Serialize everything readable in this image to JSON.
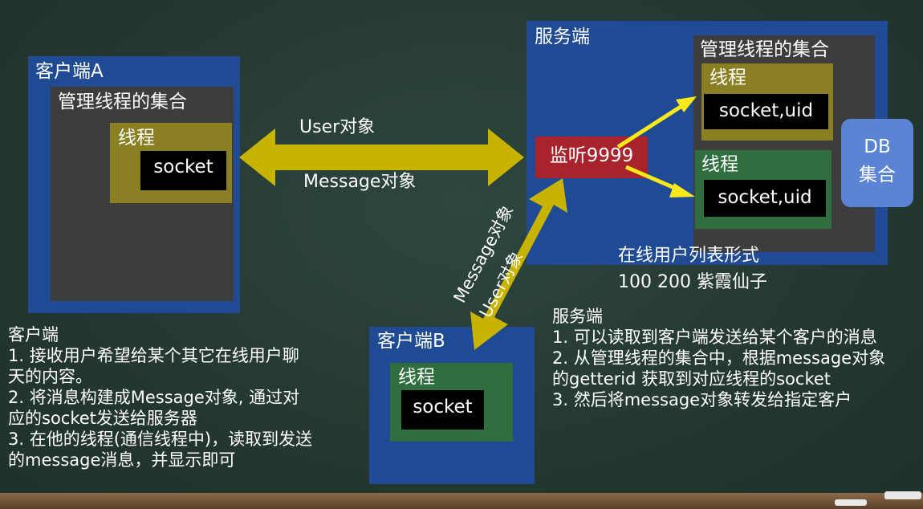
{
  "client_a": {
    "title": "客户端A",
    "collection_label": "管理线程的集合",
    "thread_label": "线程",
    "socket_label": "socket"
  },
  "server": {
    "title": "服务端",
    "collection_label": "管理线程的集合",
    "listen_label": "监听9999",
    "thread1_label": "线程",
    "thread1_socket": "socket,uid",
    "thread2_label": "线程",
    "thread2_socket": "socket,uid",
    "db_line1": "DB",
    "db_line2": "集合",
    "online_title": "在线用户列表形式",
    "online_values": "100  200  紫霞仙子"
  },
  "client_b": {
    "title": "客户端B",
    "thread_label": "线程",
    "socket_label": "socket"
  },
  "arrows": {
    "user_obj": "User对象",
    "message_obj": "Message对象",
    "diag_message": "Message对象",
    "diag_user": "User对象"
  },
  "colors": {
    "arrow_fill": "#c8b400",
    "arrow_yellow": "#f7e91a",
    "panel_blue": "#1f4a94",
    "panel_dark": "#3d3d3d",
    "thread_olive": "#8a7f22",
    "thread_green": "#2f6f3f",
    "listen_red": "#a8232b",
    "db_blue": "#5b84d4"
  },
  "client_notes": {
    "heading": "客户端",
    "lines": [
      "1. 接收用户希望给某个其它在线用户聊",
      "天的内容。",
      "2. 将消息构建成Message对象, 通过对",
      "应的socket发送给服务器",
      "3. 在他的线程(通信线程中)，读取到发送",
      "的message消息，并显示即可"
    ]
  },
  "server_notes": {
    "heading": "服务端",
    "lines": [
      "1. 可以读取到客户端发送给某个客户的消息",
      "2. 从管理线程的集合中，根据message对象",
      "的getterid 获取到对应线程的socket",
      "3. 然后将message对象转发给指定客户"
    ]
  }
}
